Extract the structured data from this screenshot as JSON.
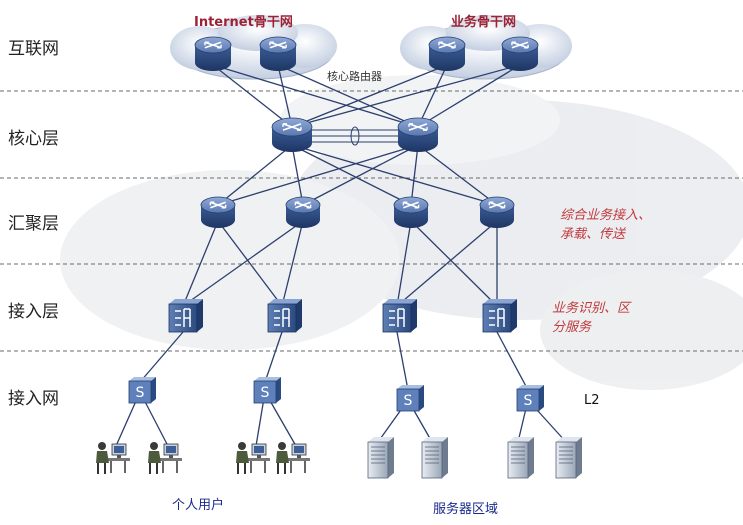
{
  "layers": [
    "互联网",
    "核心层",
    "汇聚层",
    "接入层",
    "接入网"
  ],
  "clouds": {
    "left_title": "Internet骨干网",
    "right_title": "业务骨干网"
  },
  "core_router_label": "核心路由器",
  "notes": {
    "aggregation_line1": "综合业务接入、",
    "aggregation_line2": "承载、传送",
    "access_line1": "业务识别、区",
    "access_line2": "分服务"
  },
  "l2_label": "L2",
  "bottom": {
    "users": "个人用户",
    "servers": "服务器区域"
  },
  "colors": {
    "router_body": "#2f4f85",
    "router_top": "#6f8fc4",
    "link": "#2c3f6e",
    "divider": "#6a6a6a",
    "note": "#c0393b"
  }
}
